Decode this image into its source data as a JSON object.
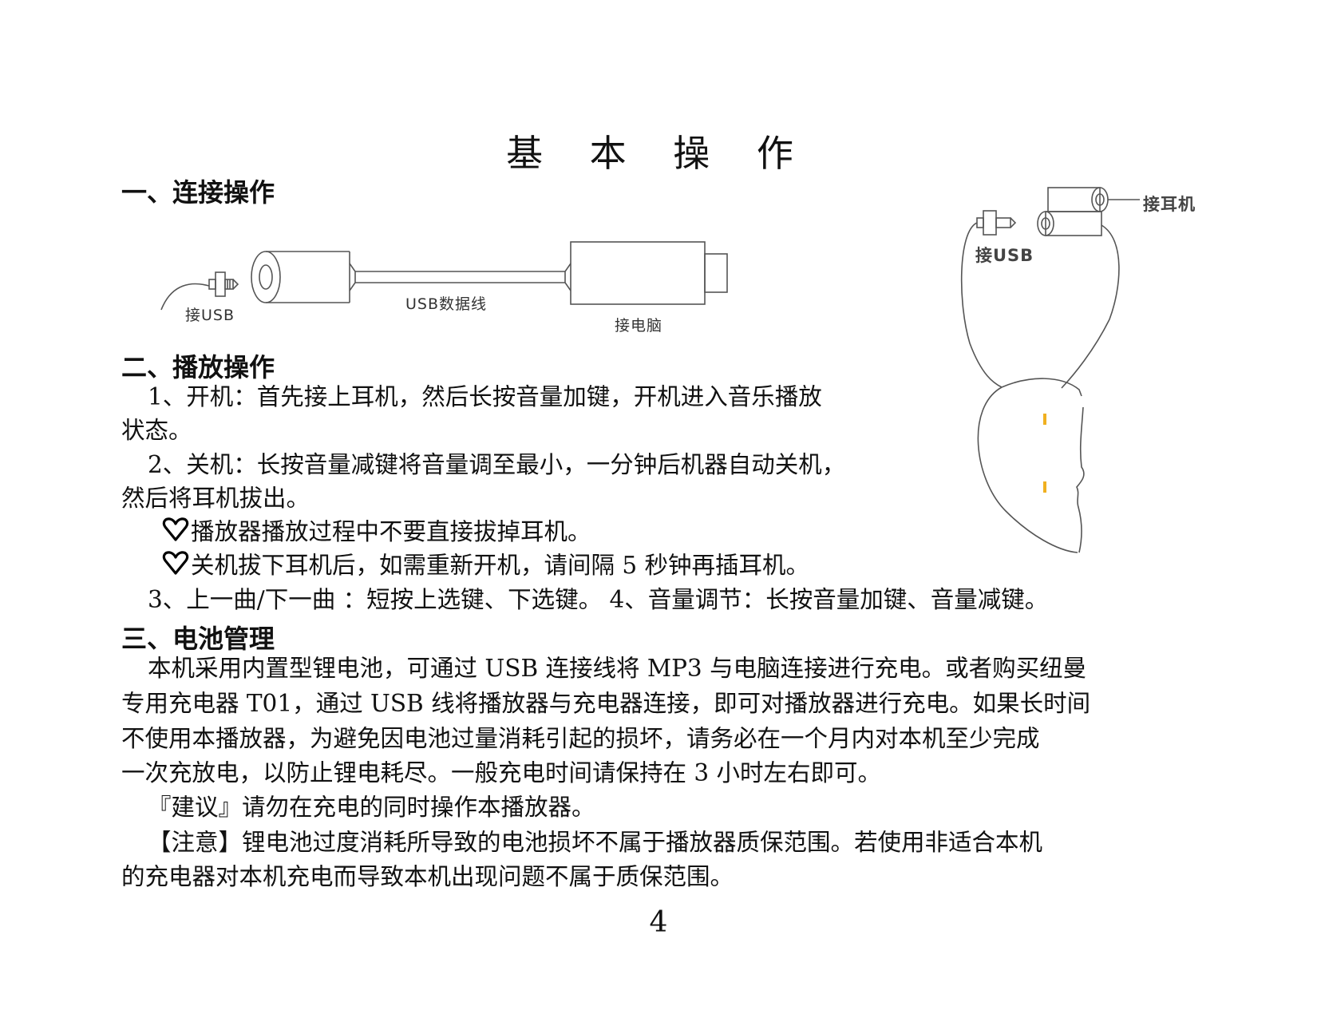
{
  "page": {
    "title": "基 本 操 作",
    "page_number": "4"
  },
  "section1": {
    "heading": "一、连接操作",
    "diagram": {
      "plug_label": "接USB",
      "cable_label": "USB数据线",
      "computer_label": "接电脑"
    }
  },
  "side_diagram": {
    "earphone_label": "接耳机",
    "usb_label": "接USB"
  },
  "section2": {
    "heading": "二、播放操作",
    "item1_line1": "1、开机：首先接上耳机，然后长按音量加键，开机进入音乐播放",
    "item1_line2": "状态。",
    "item2_line1": "2、关机：长按音量减键将音量调至最小，一分钟后机器自动关机，",
    "item2_line2": "然后将耳机拔出。",
    "note1": "播放器播放过程中不要直接拔掉耳机。",
    "note2": "关机拔下耳机后，如需重新开机，请间隔 5 秒钟再插耳机。",
    "item3_4": "3、上一曲/下一曲 ：短按上选键、下选键。 4、音量调节：长按音量加键、音量减键。"
  },
  "section3": {
    "heading": "三、电池管理",
    "para_lines": [
      "本机采用内置型锂电池，可通过 USB 连接线将 MP3 与电脑连接进行充电。或者购买纽曼",
      "专用充电器 T01，通过 USB 线将播放器与充电器连接，即可对播放器进行充电。如果长时间",
      "不使用本播放器，为避免因电池过量消耗引起的损坏，请务必在一个月内对本机至少完成",
      "一次充放电，以防止锂电耗尽。一般充电时间请保持在 3 小时左右即可。"
    ],
    "suggestion": "『建议』请勿在充电的同时操作本播放器。",
    "notice_line1": "【注意】锂电池过度消耗所导致的电池损坏不属于播放器质保范围。若使用非适合本机",
    "notice_line2": "的充电器对本机充电而导致本机出现问题不属于质保范围。"
  },
  "icons": {
    "note_bullet": "heart-outline-icon"
  },
  "colors": {
    "text": "#111111",
    "diagram_line": "#555555",
    "face_marks": "#f0b020"
  }
}
